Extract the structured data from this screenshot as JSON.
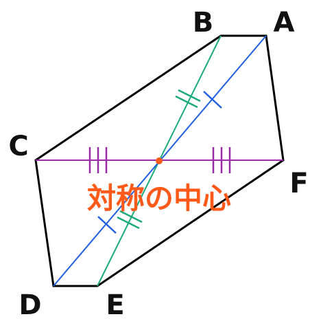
{
  "labels": {
    "A": "A",
    "B": "B",
    "C": "C",
    "D": "D",
    "E": "E",
    "F": "F"
  },
  "center_text": "対称の中心",
  "colors": {
    "outline": "#000000",
    "diagonal_AD": "#1f5fe0",
    "diagonal_BE": "#1aaa7a",
    "diagonal_CF": "#9b2aa6",
    "center_point": "#ff5a1a",
    "center_text": "#ff5a1a",
    "vertex_label": "#111111"
  },
  "icons": {
    "diagonal_AD_mark": "single-tick-mark",
    "diagonal_BE_mark": "double-tick-mark",
    "diagonal_CF_mark": "triple-tick-mark"
  }
}
